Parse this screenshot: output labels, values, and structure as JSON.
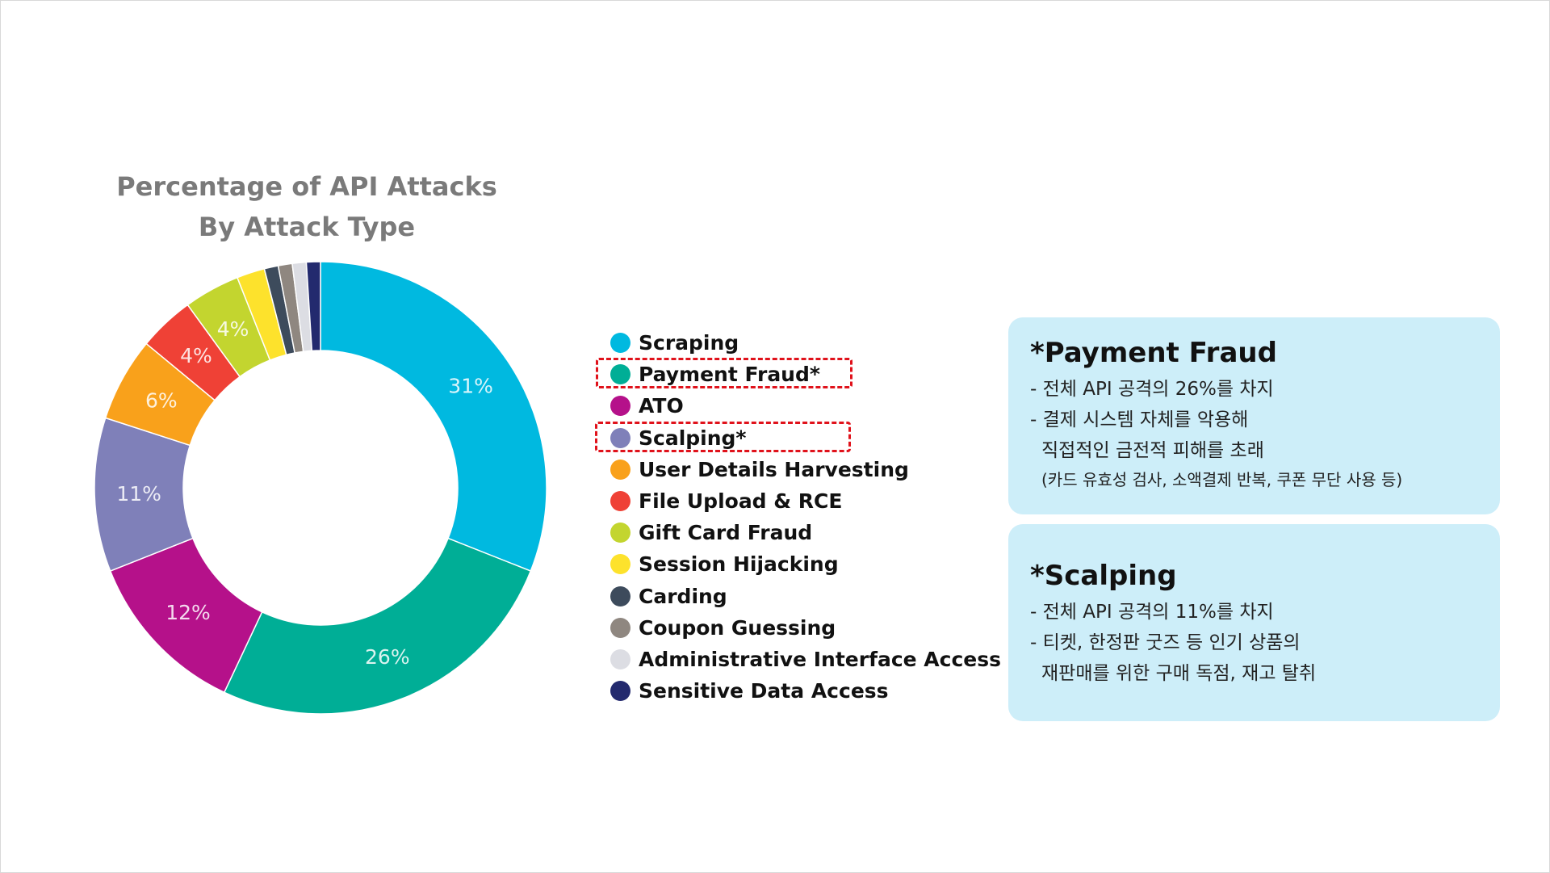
{
  "chart_data": {
    "type": "pie",
    "title": "Percentage of API Attacks",
    "subtitle": "By Attack Type",
    "legend_position": "right",
    "categories": [
      "Scraping",
      "Payment Fraud*",
      "ATO",
      "Scalping*",
      "User Details Harvesting",
      "File Upload & RCE",
      "Gift Card Fraud",
      "Session Hijacking",
      "Carding",
      "Coupon Guessing",
      "Administrative Interface Access",
      "Sensitive Data Access"
    ],
    "values": [
      31,
      26,
      12,
      11,
      6,
      4,
      4,
      2,
      1,
      1,
      1,
      1
    ],
    "data_labels": [
      "31%",
      "26%",
      "12%",
      "11%",
      "6%",
      "4%",
      "4%",
      "",
      "",
      "",
      "",
      ""
    ],
    "colors": [
      "#00b9e0",
      "#00ae96",
      "#b5118a",
      "#7f80b9",
      "#f9a11b",
      "#ef4136",
      "#c3d52f",
      "#fde22c",
      "#3d4b5c",
      "#8f8780",
      "#dcdde3",
      "#232a6e"
    ],
    "highlighted": [
      "Payment Fraud*",
      "Scalping*"
    ],
    "highlight_color": "#e0121b"
  },
  "notes": [
    {
      "title": "*Payment Fraud",
      "lines": [
        "- 전체 API 공격의 26%를 차지",
        "- 결제 시스템 자체를 악용해",
        "직접적인 금전적 피해를 초래",
        "(카드 유효성 검사, 소액결제 반복, 쿠폰 무단 사용 등)"
      ]
    },
    {
      "title": "*Scalping",
      "lines": [
        "- 전체 API 공격의 11%를 차지",
        "- 티켓, 한정판 굿즈 등 인기 상품의",
        "재판매를 위한 구매 독점, 재고 탈취"
      ]
    }
  ],
  "box_color": "#cdeef9"
}
